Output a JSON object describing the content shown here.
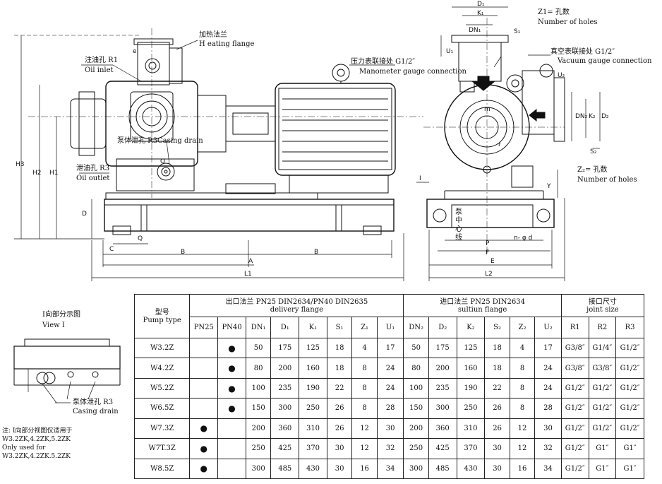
{
  "labels": {
    "heating_flange_cn": "加热法兰",
    "heating_flange_en": "H eating flange",
    "oil_inlet_cn": "注油孔 R1",
    "oil_inlet_en": "Oil inlet",
    "casing_drain_cn": "泵体泄孔 R3",
    "casing_drain_en": "Casing drain",
    "oil_outlet_cn": "泄油孔 R3",
    "oil_outlet_en": "Oil outlet",
    "manometer_cn": "压力表联接处 G1/2″",
    "manometer_en": "Manometer gauge connection",
    "vacuum_cn": "真空表联接处 G1/2″",
    "vacuum_en": "Vacuum gauge connection",
    "z1_cn": "Z1= 孔数",
    "z1_en": "Number of holes",
    "z2_cn": "Z₂= 孔数",
    "z2_en": "Number of holes",
    "pump_center_cn": "泵中心线",
    "view_title_cn": "I向部分示图",
    "view_title_en": "View I",
    "view_drain_cn": "泵体泄孔 R3",
    "view_drain_en": "Casing drain",
    "note_lines": [
      "注: I向部分视图仅适用于",
      "W3.2ZK,4.2ZK,5.2ZK",
      "Only used for",
      "W3.2ZK,4.2ZK.5.2ZK"
    ]
  },
  "dims": {
    "H3": "H3",
    "H2": "H2",
    "H1": "H1",
    "D": "D",
    "C": "C",
    "Q": "Q",
    "B_left": "B",
    "B_right": "B",
    "A": "A",
    "L1": "L1",
    "L2": "L2",
    "E": "E",
    "F": "F",
    "P": "P",
    "Y": "Y",
    "I": "I",
    "e": "e",
    "n_phi_d": "n- φ d",
    "D1": "D₁",
    "K1": "K₁",
    "DN1": "DN₁",
    "S1": "S₁",
    "U1": "U₁",
    "U2": "U₂",
    "DN2": "DN₂",
    "K2": "K₂",
    "D2": "D₂",
    "S2": "S₂",
    "m": "m",
    "r": "r",
    "O": "O"
  },
  "table": {
    "model_cn": "型号",
    "model_en": "Pump type",
    "outlet_cn": "出口法兰 PN25 DIN2634/PN40 DIN2635",
    "outlet_en": "delivery flange",
    "inlet_cn": "进口法兰 PN25 DIN2634",
    "inlet_en": "sultiun flange",
    "joint_cn": "接口尺寸",
    "joint_en": "joint size",
    "columns": [
      "PN25",
      "PN40",
      "DN₁",
      "D₁",
      "K₁",
      "S₁",
      "Z₁",
      "U₁",
      "DN₂",
      "D₂",
      "K₂",
      "S₂",
      "Z₂",
      "U₂",
      "R1",
      "R2",
      "R3"
    ],
    "rows": [
      {
        "model": "W3.2Z",
        "pn25": "",
        "pn40": "●",
        "dn1": "50",
        "d1": "175",
        "k1": "125",
        "s1": "18",
        "z1": "4",
        "u1": "17",
        "dn2": "50",
        "d2": "175",
        "k2": "125",
        "s2": "18",
        "z2": "4",
        "u2": "17",
        "r1": "G3/8″",
        "r2": "G1/4″",
        "r3": "G1/2″"
      },
      {
        "model": "W4.2Z",
        "pn25": "",
        "pn40": "●",
        "dn1": "80",
        "d1": "200",
        "k1": "160",
        "s1": "18",
        "z1": "8",
        "u1": "24",
        "dn2": "80",
        "d2": "200",
        "k2": "160",
        "s2": "18",
        "z2": "8",
        "u2": "24",
        "r1": "G3/8″",
        "r2": "G3/8″",
        "r3": "G1/2″"
      },
      {
        "model": "W5.2Z",
        "pn25": "",
        "pn40": "●",
        "dn1": "100",
        "d1": "235",
        "k1": "190",
        "s1": "22",
        "z1": "8",
        "u1": "24",
        "dn2": "100",
        "d2": "235",
        "k2": "190",
        "s2": "22",
        "z2": "8",
        "u2": "24",
        "r1": "G1/2″",
        "r2": "G1/2″",
        "r3": "G1/2″"
      },
      {
        "model": "W6.5Z",
        "pn25": "",
        "pn40": "●",
        "dn1": "150",
        "d1": "300",
        "k1": "250",
        "s1": "26",
        "z1": "8",
        "u1": "28",
        "dn2": "150",
        "d2": "300",
        "k2": "250",
        "s2": "26",
        "z2": "8",
        "u2": "28",
        "r1": "G1/2″",
        "r2": "G1/2″",
        "r3": "G1/2″"
      },
      {
        "model": "W7.3Z",
        "pn25": "●",
        "pn40": "",
        "dn1": "200",
        "d1": "360",
        "k1": "310",
        "s1": "26",
        "z1": "12",
        "u1": "30",
        "dn2": "200",
        "d2": "360",
        "k2": "310",
        "s2": "26",
        "z2": "12",
        "u2": "30",
        "r1": "G1/2″",
        "r2": "G1/2″",
        "r3": "G1/2″"
      },
      {
        "model": "W7T.3Z",
        "pn25": "●",
        "pn40": "",
        "dn1": "250",
        "d1": "425",
        "k1": "370",
        "s1": "30",
        "z1": "12",
        "u1": "32",
        "dn2": "250",
        "d2": "425",
        "k2": "370",
        "s2": "30",
        "z2": "12",
        "u2": "32",
        "r1": "G1/2″",
        "r2": "G1″",
        "r3": "G1″"
      },
      {
        "model": "W8.5Z",
        "pn25": "●",
        "pn40": "",
        "dn1": "300",
        "d1": "485",
        "k1": "430",
        "s1": "30",
        "z1": "16",
        "u1": "34",
        "dn2": "300",
        "d2": "485",
        "k2": "430",
        "s2": "30",
        "z2": "16",
        "u2": "34",
        "r1": "G1/2″",
        "r2": "G1″",
        "r3": "G1″"
      }
    ]
  }
}
